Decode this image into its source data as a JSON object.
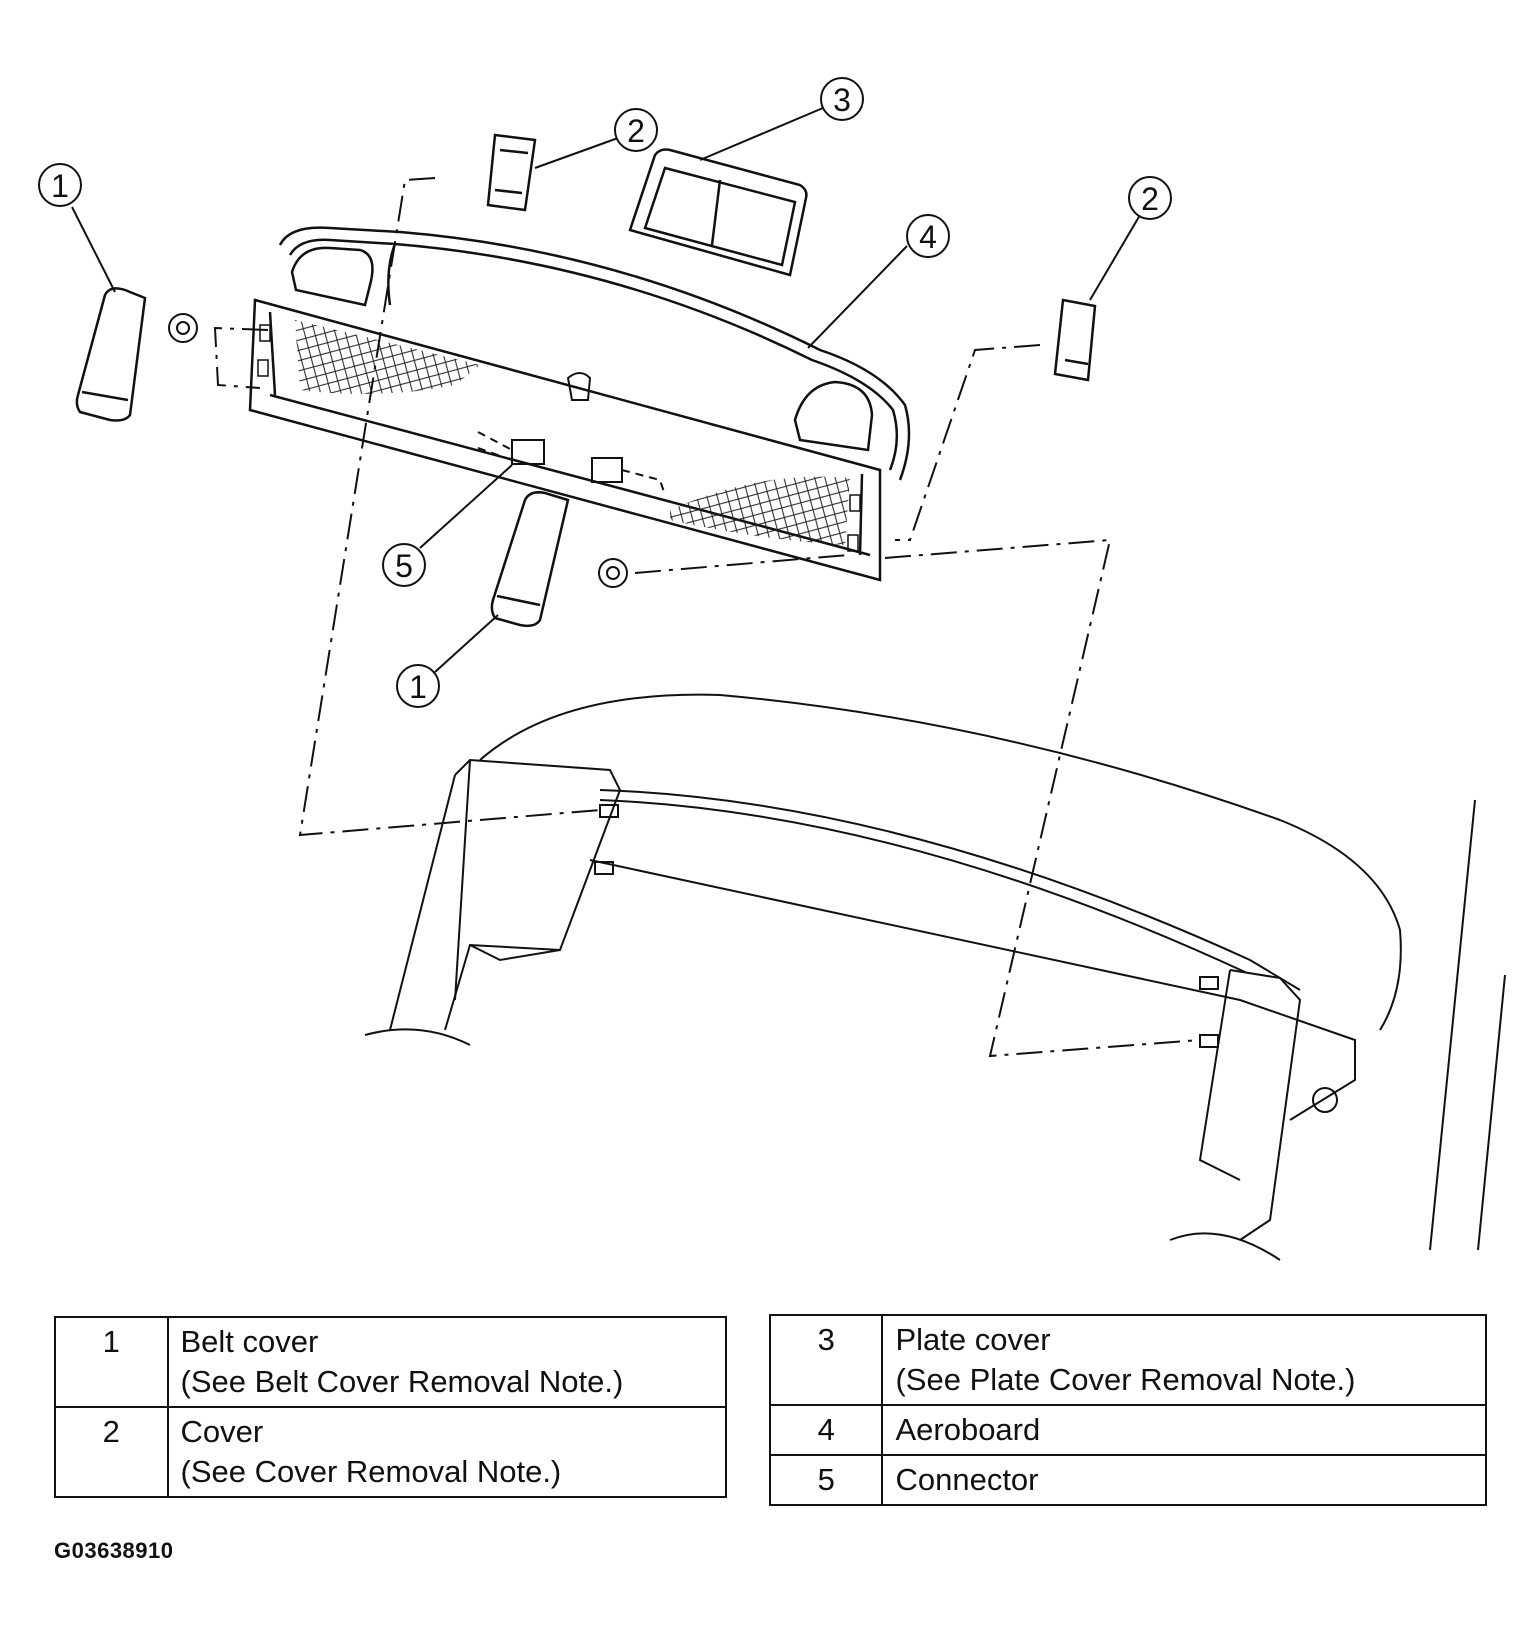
{
  "callouts": [
    {
      "num": "1"
    },
    {
      "num": "2"
    },
    {
      "num": "3"
    },
    {
      "num": "2"
    },
    {
      "num": "4"
    },
    {
      "num": "5"
    },
    {
      "num": "1"
    }
  ],
  "legend_left": [
    {
      "num": "1",
      "name": "Belt cover",
      "note": "(See Belt Cover Removal Note.)"
    },
    {
      "num": "2",
      "name": "Cover",
      "note": "(See Cover Removal Note.)"
    }
  ],
  "legend_right": [
    {
      "num": "3",
      "name": "Plate cover",
      "note": "(See Plate Cover Removal Note.)"
    },
    {
      "num": "4",
      "name": "Aeroboard",
      "note": ""
    },
    {
      "num": "5",
      "name": "Connector",
      "note": ""
    }
  ],
  "figure_id": "G03638910"
}
